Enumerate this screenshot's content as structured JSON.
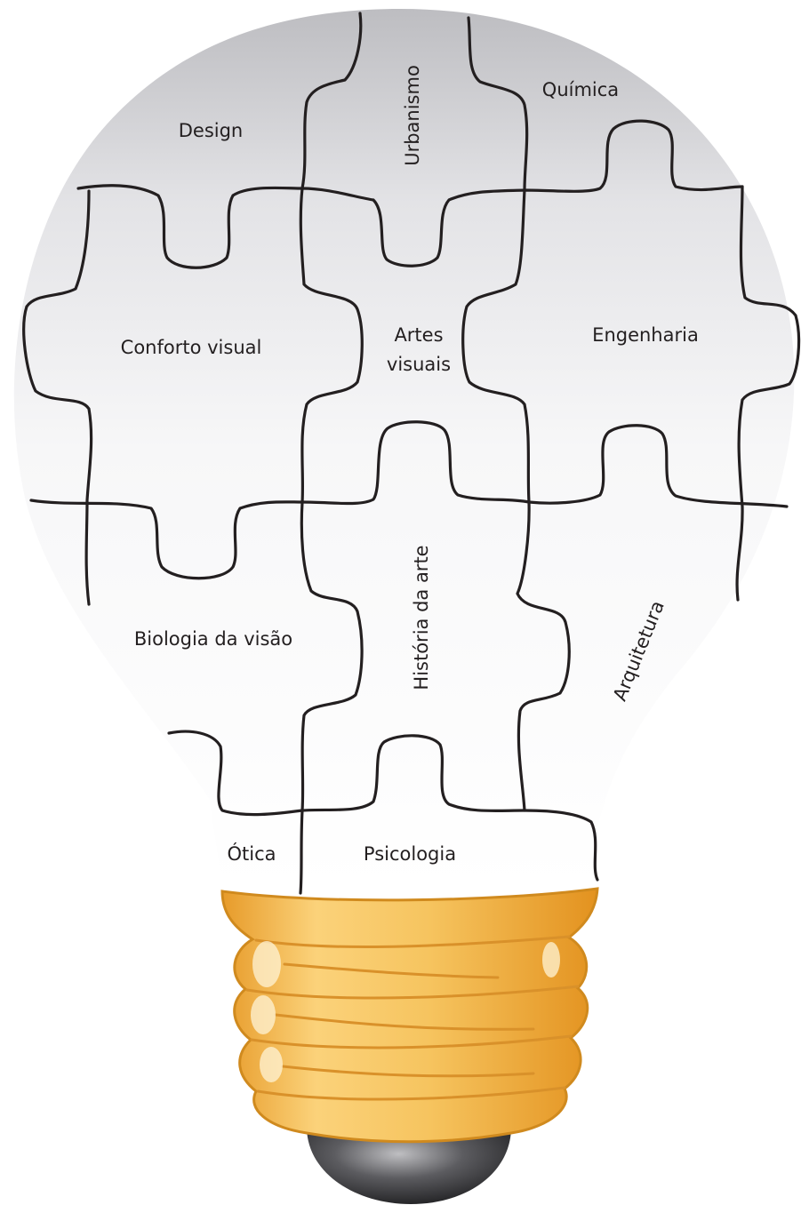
{
  "pieces": {
    "design": "Design",
    "urbanismo": "Urbanismo",
    "quimica": "Química",
    "conforto_visual": "Conforto visual",
    "artes_visuais_line1": "Artes",
    "artes_visuais_line2": "visuais",
    "engenharia": "Engenharia",
    "biologia_da_visao": "Biologia da visão",
    "historia_da_arte": "História da arte",
    "arquitetura": "Arquitetura",
    "otica": "Ótica",
    "psicologia": "Psicologia"
  },
  "colors": {
    "outline": "#231f20",
    "bulb_glass_top": "#c9c9cc",
    "bulb_glass_bottom": "#ffffff",
    "base_gold": "#f2b84a",
    "base_gold_light": "#fde3a6",
    "base_stroke": "#d08a1e",
    "tip_dark": "#3a3a3c"
  }
}
